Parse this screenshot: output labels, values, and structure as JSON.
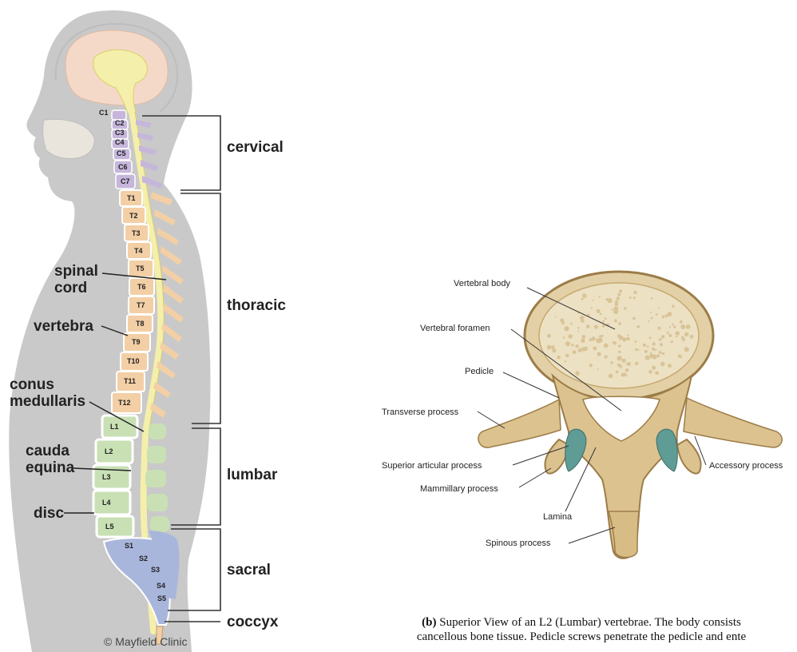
{
  "figure_a": {
    "region_labels": {
      "cervical": "cervical",
      "thoracic": "thoracic",
      "lumbar": "lumbar",
      "sacral": "sacral",
      "coccyx": "coccyx"
    },
    "anatomy_labels": {
      "spinal_cord_1": "spinal",
      "spinal_cord_2": "cord",
      "vertebra": "vertebra",
      "conus_1": "conus",
      "conus_2": "medullaris",
      "cauda_1": "cauda",
      "cauda_2": "equina",
      "disc": "disc"
    },
    "vertebrae": {
      "cervical": [
        "C1",
        "C2",
        "C3",
        "C4",
        "C5",
        "C6",
        "C7"
      ],
      "thoracic": [
        "T1",
        "T2",
        "T3",
        "T4",
        "T5",
        "T6",
        "T7",
        "T8",
        "T9",
        "T10",
        "T11",
        "T12"
      ],
      "lumbar": [
        "L1",
        "L2",
        "L3",
        "L4",
        "L5"
      ],
      "sacral": [
        "S1",
        "S2",
        "S3",
        "S4",
        "S5"
      ]
    },
    "credit": "© Mayfield Clinic",
    "colors": {
      "silhouette": "#c9c9c9",
      "cervical": "#c6b6dc",
      "thoracic": "#f3cfa6",
      "lumbar": "#c9e0b5",
      "sacral": "#a9b6dc",
      "cord": "#f4efaa",
      "brain": "#f5d9c8"
    }
  },
  "figure_b": {
    "labels": {
      "vertebral_body": "Vertebral body",
      "vertebral_foramen": "Vertebral foramen",
      "pedicle": "Pedicle",
      "transverse_process": "Transverse process",
      "superior_articular_process": "Superior articular process",
      "mammillary_process": "Mammillary process",
      "lamina": "Lamina",
      "spinous_process": "Spinous process",
      "accessory_process": "Accessory process"
    },
    "caption_lead": "(b)",
    "caption_line1": " Superior View of an L2 (Lumbar) vertebrae. The body consists",
    "caption_line2": "cancellous bone tissue. Pedicle screws penetrate the pedicle and ente",
    "colors": {
      "bone": "#dcc28f",
      "bone_dark": "#b0915a",
      "cartilage": "#5f9c96"
    }
  }
}
